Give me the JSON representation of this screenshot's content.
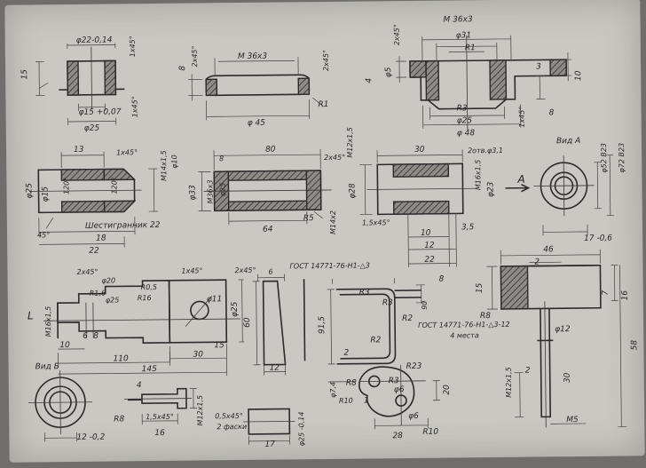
{
  "labels": {
    "p1_top": "φ22-0,14",
    "p1_chamfer": "1х45°",
    "p1_h": "15",
    "p1_bore": "φ15 +0,07",
    "p1_od": "φ25",
    "p1_ch2": "1х45°",
    "p2_chamfer": "2х45°",
    "p2_thread": "М 36х3",
    "p2_ch2": "2х45°",
    "p2_h": "8",
    "p2_r": "R1",
    "p2_d": "φ 45",
    "p3_thread": "М 36х3",
    "p3_d31": "φ31",
    "p3_r1": "R1",
    "p3_ch": "2х45°",
    "p3_h4": "4",
    "p3_d5": "φ5",
    "p3_3": "3",
    "p3_10": "10",
    "p3_r3": "R3",
    "p3_d25": "φ25",
    "p3_ch2": "1х45°",
    "p3_8": "8",
    "p3_d48": "φ 48",
    "g1_13": "13",
    "g1_ch": "1х45°",
    "g1_thr": "М14х1,5",
    "g1_d10": "φ10",
    "g1_120a": "120°",
    "g1_120b": "120°",
    "g1_d25": "φ25",
    "g1_d15": "φ15",
    "g1_45": "45°",
    "g1_hex": "Шестигранник 22",
    "g1_18": "18",
    "g1_22": "22",
    "s_80": "80",
    "s_ch": "2х45°",
    "s_8": "8",
    "s_d33": "φ33",
    "s_thr": "М36х3",
    "s_d25": "φ25",
    "s_r5": "R5",
    "s_m14": "М14х2",
    "s_64": "64",
    "b_30": "30",
    "b_m12": "М12х1,5",
    "b_holes": "2отв.φ3,1",
    "b_d28": "φ28",
    "b_d23": "φ23",
    "b_ch": "1,5х45°",
    "b_a": "А",
    "b_m16": "М16х1,5",
    "b_35": "3,5",
    "b_10": "10",
    "b_12": "12",
    "b_22": "22",
    "va_title": "Вид А",
    "va_d52": "φ52 В23",
    "va_d72": "φ72 В23",
    "va_17": "17 -0,6",
    "sh_ch1": "2х45°",
    "sh_ch2": "1х45°",
    "sh_ch3": "2х45°",
    "sh_thr": "М16х1,5",
    "sh_d20": "φ20",
    "sh_r16": "R1,6",
    "sh_r05": "R0,5",
    "sh_d11": "φ11",
    "sh_d25": "φ25",
    "sh_10": "10",
    "sh_6": "6",
    "sh_8": "8",
    "sh_mark": "L",
    "sh_110": "110",
    "sh_30": "30",
    "sh_15": "15",
    "sh_145": "145",
    "sh_d25b": "φ25",
    "sh_r16b": "R16",
    "pl_gost": "ГОСТ 14771-76-Н1-△3",
    "pl_6": "6",
    "pl_60": "60",
    "pl_12": "12",
    "pl_r3": "R3",
    "pl_r2": "R2",
    "pl_r3b": "R3",
    "pl_r2b": "R2",
    "pl_90": "90",
    "pl_8": "8",
    "pl_915": "91,5",
    "pl_2": "2",
    "br_46": "46",
    "br_2": "2",
    "br_15": "15",
    "br_r8": "R8",
    "br_gost": "ГОСТ 14771-76-Н1-△3-12",
    "br_places": "4 места",
    "br_d12": "φ12",
    "br_58": "58",
    "br_16": "16",
    "br_7": "7",
    "br_m12": "М12х1,5",
    "br_30": "30",
    "br_m5": "М5",
    "br_2b": "2",
    "vb_title": "Вид Б",
    "vb_12": "12 -0,2",
    "sc_r8": "R8",
    "sc_d6": "φ6",
    "sc_r3": "R3",
    "sc_r23": "R23",
    "sc_d74": "φ7,4",
    "sc_r10": "R10",
    "sc_1": "1",
    "sc_20": "20",
    "sc_28": "28",
    "sc_d6b": "φ6",
    "sc_r10b": "R10",
    "kn_r8": "R8",
    "kn_ch": "1,5х45°",
    "kn_16": "16",
    "kn_m12": "М12х1,5",
    "kn_4": "4",
    "fl_ch": "0,5х45°",
    "fl_2": "2 фаски",
    "fl_17": "17",
    "fl_d": "φ25 -0,14"
  }
}
